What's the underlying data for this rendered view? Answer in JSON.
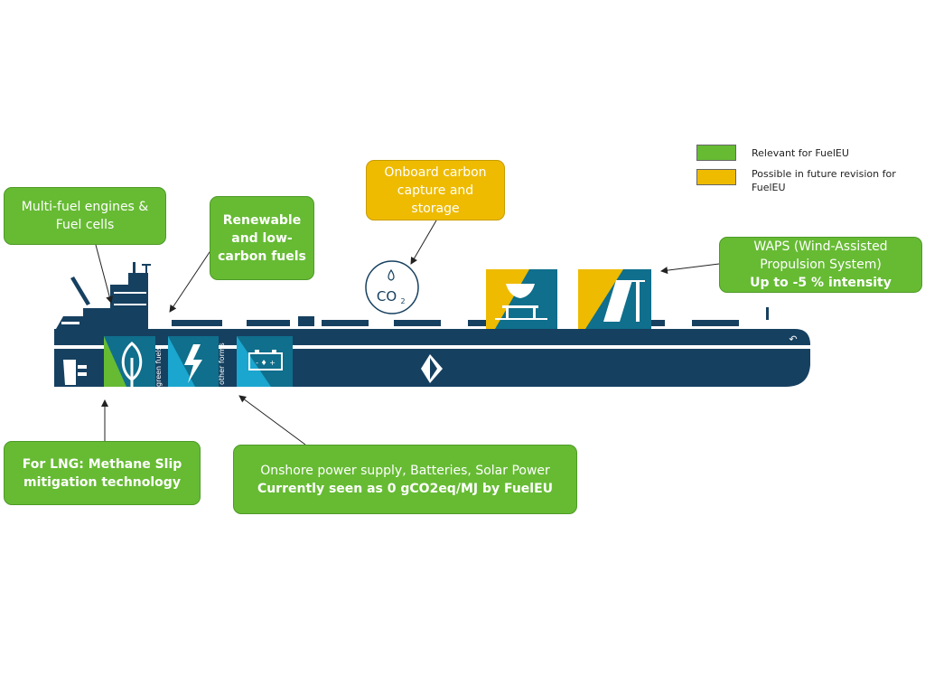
{
  "legend": [
    {
      "label": "Relevant for FuelEU",
      "color": "#66bb33"
    },
    {
      "label": "Possible in future revision for FuelEU",
      "color": "#eebb00"
    }
  ],
  "boxes": {
    "multi_fuel": {
      "lines": [
        "Multi-fuel engines &",
        "Fuel cells"
      ]
    },
    "renewable": {
      "lines": [
        "Renewable",
        "and low-",
        "carbon fuels"
      ]
    },
    "carbon_capture": {
      "lines": [
        "Onboard carbon",
        "capture and",
        "storage"
      ]
    },
    "waps": {
      "line1": "WAPS (Wind-Assisted",
      "line2": "Propulsion System)",
      "line3": "Up to -5 % intensity"
    },
    "lng": {
      "lines": [
        "For LNG: Methane Slip",
        "mitigation technology"
      ]
    },
    "onshore": {
      "line1": "Onshore power supply, Batteries, Solar Power",
      "line2": "Currently seen as 0 gCO2eq/MJ by FuelEU"
    }
  },
  "ship": {
    "co2_label": "CO",
    "co2_sub": "2",
    "panel_green_label": "green fuels",
    "panel_blue_label": "other forms",
    "battery_label": "- ♦ +"
  },
  "colors": {
    "navy": "#164060",
    "teal": "#0f6f8c",
    "lightblue": "#1aa6cf",
    "green": "#66bb33",
    "yellow": "#eebb00"
  }
}
